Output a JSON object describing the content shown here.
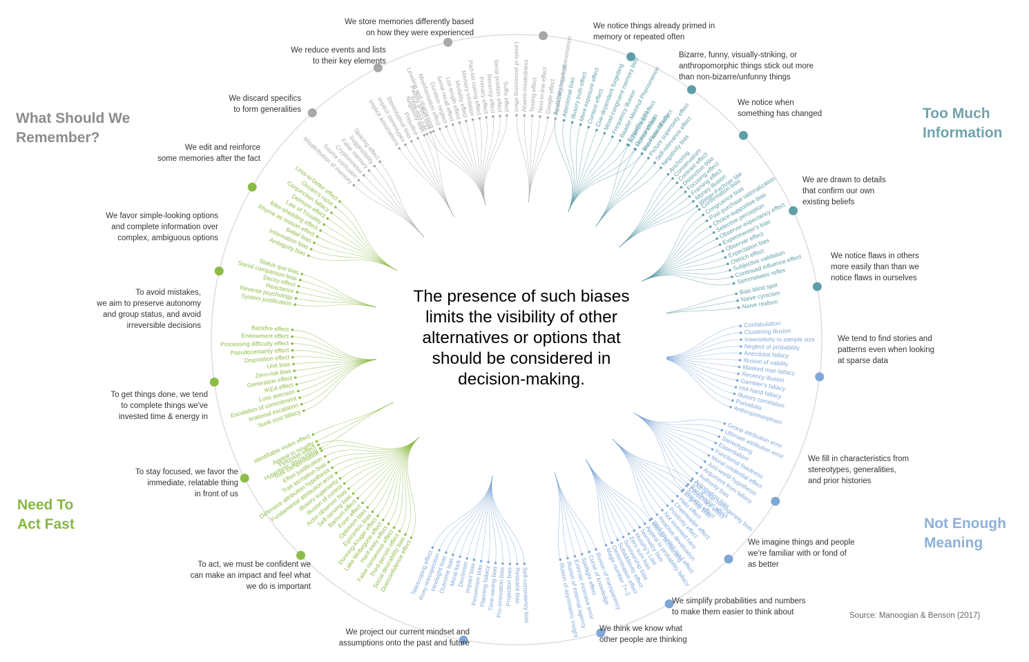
{
  "colors": {
    "grey": "#a8a8a8",
    "teal": "#5f9ea8",
    "blue": "#7fa7d6",
    "green": "#8dbb47",
    "circle": "#dddddd",
    "grey_text": "#8c8c8c",
    "teal_text": "#6fa3ab",
    "blue_text": "#8cb0d9",
    "green_text": "#86b843"
  },
  "quadrants": {
    "remember": "What Should We\nRemember?",
    "too_much": "Too Much\nInformation",
    "meaning": "Not Enough\nMeaning",
    "act_fast": "Need To\nAct Fast"
  },
  "center_text": "The presence of such biases\nlimits the visibility of other\nalternatives or options that\nshould be considered in\ndecision-making.",
  "source": "Source: Manoogian & Benson (2017)",
  "categories": [
    {
      "label": "We notice things already primed in\nmemory or repeated often",
      "color": "teal",
      "biases": [
        "Availability heuristic",
        "Attentional bias",
        "Illusory truth effect",
        "Mere exposure effect",
        "Context effect",
        "Cue-dependent forgetting",
        "Mood-congruent memory bias",
        "Frequency illusion",
        "Baader-Meinhof Phenomenon",
        "Empathy gap",
        "Omission bias",
        "Base rate fallacy"
      ]
    },
    {
      "label": "Bizarre, funny, visually-striking, or\nanthropomorphic things stick out more\nthan non-bizarre/unfunny things",
      "color": "teal",
      "biases": [
        "Bizarreness effect",
        "Humor effect",
        "Von Restorff effect",
        "Picture superiority effect",
        "Self-relevance effect",
        "Negativity bias"
      ]
    },
    {
      "label": "We notice when\nsomething has changed",
      "color": "teal",
      "biases": [
        "Anchoring",
        "Conservatism",
        "Contrast effect",
        "Distinction bias",
        "Focusing effect",
        "Framing effect",
        "Money illusion",
        "Weber-Fechner law"
      ]
    },
    {
      "label": "We are drawn to details\nthat confirm our own\nexisting beliefs",
      "color": "teal",
      "biases": [
        "Confirmation bias",
        "Congruence bias",
        "Post-purchase rationalization",
        "Choice-supportive bias",
        "Selective perception",
        "Observer-expectancy effect",
        "Experimenter's bias",
        "Observer effect",
        "Expectation bias",
        "Ostrich effect",
        "Subjective validation",
        "Continued influence effect",
        "Semmelweis reflex"
      ]
    },
    {
      "label": "We notice flaws in others\nmore easily than than we\nnotice flaws in ourselves",
      "color": "teal",
      "biases": [
        "Bias blind spot",
        "Naive cynicism",
        "Naive realism"
      ]
    },
    {
      "label": "We tend to find stories and\npatterns even when looking\nat sparse data",
      "color": "blue",
      "biases": [
        "Confabulation",
        "Clustering illusion",
        "Insensitivity to sample size",
        "Neglect of probability",
        "Anecdotal fallacy",
        "Illusion of validity",
        "Masked man fallacy",
        "Recency illusion",
        "Gambler's fallacy",
        "Hot-hand fallacy",
        "Illusory correlation",
        "Pareidolia",
        "Anthropomorphism"
      ]
    },
    {
      "label": "We fill in characteristics from\nstereotypes, generalities,\nand prior histories",
      "color": "blue",
      "biases": [
        "Group attribution error",
        "Ultimate attribution error",
        "Stereotyping",
        "Essentialism",
        "Functional fixedness",
        "Moral credential effect",
        "Just-world hypothesis",
        "Argument from fallacy",
        "Authority bias",
        "Automation bias",
        "Bandwagon effect",
        "Placebo effect"
      ]
    },
    {
      "label": "We imagine things and people\nwe're familiar with or fond of\nas better",
      "color": "blue",
      "biases": [
        "Out-group homogeneity bias",
        "Cross-race effect",
        "In-group bias",
        "Halo effect",
        "Cheerleader effect",
        "Positivity effect",
        "Not invented here",
        "Reactive devaluation",
        "Well-traveled road effect"
      ]
    },
    {
      "label": "We simplify probabilities and numbers\nto make them easier to think about",
      "color": "blue",
      "biases": [
        "Mental accounting",
        "Appeal to probability fallacy",
        "Normalcy bias",
        "Murphy's Law",
        "Zero sum bias",
        "Survivorship bias",
        "Subadditivity effect",
        "Denomination effect",
        "Magic number 7+-2"
      ]
    },
    {
      "label": "We think we know what\nother people are thinking",
      "color": "blue",
      "biases": [
        "Illusion of transparency",
        "Curse of knowledge",
        "Spotlight effect",
        "Extrinsic incentive error",
        "Illusion of external agency",
        "Illusion of asymmetric insight"
      ]
    },
    {
      "label": "We project our current mindset and\nassumptions onto the past and future",
      "color": "blue",
      "biases": [
        "Self-consistency bias",
        "Restraint bias",
        "Projection bias",
        "Pro-innovation bias",
        "Time-saving bias",
        "Planning fallacy",
        "Pessimism bias",
        "Impact bias",
        "Declinism",
        "Moral luck",
        "Outcome bias",
        "Hindsight bias",
        "Rosy retrospection",
        "Telescoping effect"
      ]
    },
    {
      "label": "To act, we must be confident we\ncan make an impact and feel what\nwe do is important",
      "color": "green",
      "biases": [
        "Overconfidence effect",
        "Social desirability bias",
        "Third-person effect",
        "False consensus effect",
        "Hard-easy effect",
        "Lake Wobegone effect",
        "Dunning-Kruger effect",
        "Egocentric bias",
        "Optimism bias",
        "Forer effect",
        "Barnum effect",
        "Self-serving bias",
        "Actor-observer bias",
        "Illusion of control",
        "Illusory superiority",
        "Fundamental attribution error",
        "Defensive attribution hypothesis",
        "Trait ascription bias",
        "Effort justification",
        "Risk compensation",
        "Peltzman effect"
      ]
    },
    {
      "label": "To stay focused, we favor the\nimmediate, relatable thing\nin front of us",
      "color": "green",
      "biases": [
        "Hyperbolic discounting",
        "Appeal to novelty",
        "Identifiable victim effect"
      ]
    },
    {
      "label": "To get things done, we tend\nto complete things we've\ninvested time & energy in",
      "color": "green",
      "biases": [
        "Sunk cost fallacy",
        "Irrational escalation",
        "Escalation of commitment",
        "Loss aversion",
        "IKEA effect",
        "Generation effect",
        "Zero-risk bias",
        "Unit bias",
        "Disposition effect",
        "Pseudocertainty effect",
        "Processing difficulty effect",
        "Endowment effect",
        "Backfire effect"
      ]
    },
    {
      "label": "To avoid mistakes,\nwe aim to preserve autonomy\nand group status, and avoid\nirreversible decisions",
      "color": "green",
      "biases": [
        "System justification",
        "Reverse psychology",
        "Reactance",
        "Decoy effect",
        "Social comparison bias",
        "Status quo bias"
      ]
    },
    {
      "label": "We favor simple-looking options\nand complete information over\ncomplex, ambiguous options",
      "color": "green",
      "biases": [
        "Ambiguity bias",
        "Information bias",
        "Belief bias",
        "Rhyme as reason effect",
        "Bike-shedding effect",
        "Law of Triviality",
        "Delmore effect",
        "Conjunction fallacy",
        "Occam's razor",
        "Less-is-better effect"
      ]
    },
    {
      "label": "We edit and reinforce\nsome memories after the fact",
      "color": "grey",
      "biases": [
        "Misattribution of memory",
        "Source confusion",
        "Cryptomnesia",
        "False memory",
        "Suggestibility",
        "Spacing effect"
      ]
    },
    {
      "label": "We discard specifics\nto form generalities",
      "color": "grey",
      "biases": [
        "Implicit associations",
        "Implicit stereotypes",
        "Stereotypical bias",
        "Prejudice",
        "Negativity bias",
        "Fading affect bias"
      ]
    },
    {
      "label": "We reduce events and lists\nto their key elements",
      "color": "grey",
      "biases": [
        "Peak-end rule",
        "Leveling and sharpening",
        "Misinformation effect",
        "Duration neglect",
        "Serial recall effect",
        "List-length effect",
        "Modality effect",
        "Memory inhibition",
        "Part-list cueing effect",
        "Primacy effect",
        "Recency effect",
        "Serial position effect",
        "Suffix effect"
      ]
    },
    {
      "label": "We store memories differently based\non how they were experienced",
      "color": "grey",
      "biases": [
        "Levels of processing effect",
        "Absent-mindedness",
        "Testing effect",
        "Next-in-line effect",
        "Google effect",
        "Tip of the tongue phenomenon"
      ]
    }
  ]
}
